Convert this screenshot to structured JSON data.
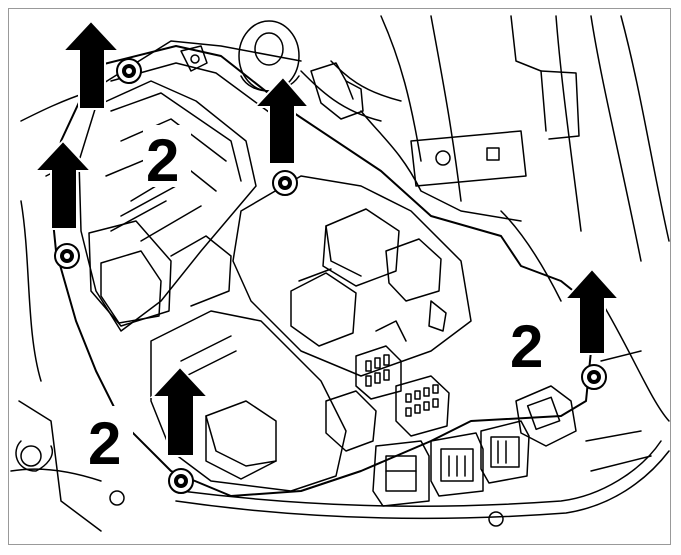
{
  "diagram": {
    "callouts": [
      {
        "id": "callout-top-left",
        "text": "2"
      },
      {
        "id": "callout-right",
        "text": "2"
      },
      {
        "id": "callout-bottom-left",
        "text": "2"
      }
    ],
    "arrow_icon": "arrow-up-icon",
    "bolt_icon": "bolt-icon",
    "colors": {
      "line": "#000000",
      "background": "#ffffff",
      "frame": "#999999"
    }
  }
}
